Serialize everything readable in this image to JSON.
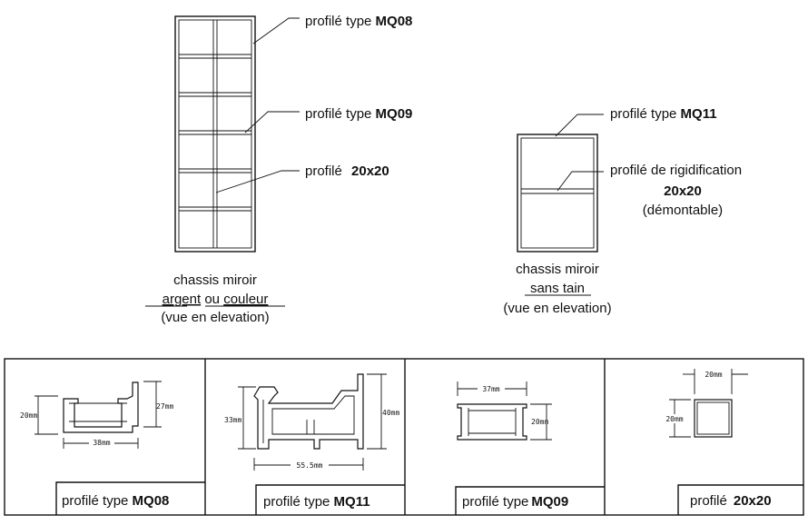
{
  "elevations": {
    "left": {
      "callouts": [
        {
          "prefix": "profilé type",
          "code": "MQ08"
        },
        {
          "prefix": "profilé type",
          "code": "MQ09"
        },
        {
          "prefix": "profilé",
          "code": "20x20"
        }
      ],
      "caption": {
        "line1": "chassis miroir",
        "line2_a": "argent",
        "line2_b": "ou",
        "line2_c": "couleur",
        "line3": "(vue en elevation)"
      }
    },
    "right": {
      "callouts": [
        {
          "prefix": "profilé type",
          "code": "MQ11"
        },
        {
          "prefix": "profilé de rigidification",
          "code": "20x20",
          "note": "(démontable)"
        }
      ],
      "caption": {
        "line1": "chassis miroir",
        "line2": "sans tain",
        "line3": "(vue en elevation)"
      }
    }
  },
  "sections": [
    {
      "prefix": "profilé type",
      "code": "MQ08",
      "dims": [
        "20mm",
        "27mm",
        "38mm"
      ]
    },
    {
      "prefix": "profilé type",
      "code": "MQ11",
      "dims": [
        "33mm",
        "40mm",
        "55.5mm"
      ]
    },
    {
      "prefix": "profilé type",
      "code": "MQ09",
      "dims": [
        "37mm",
        "20mm"
      ]
    },
    {
      "prefix": "profilé",
      "code": "20x20",
      "dims": [
        "20mm",
        "20mm"
      ]
    }
  ]
}
